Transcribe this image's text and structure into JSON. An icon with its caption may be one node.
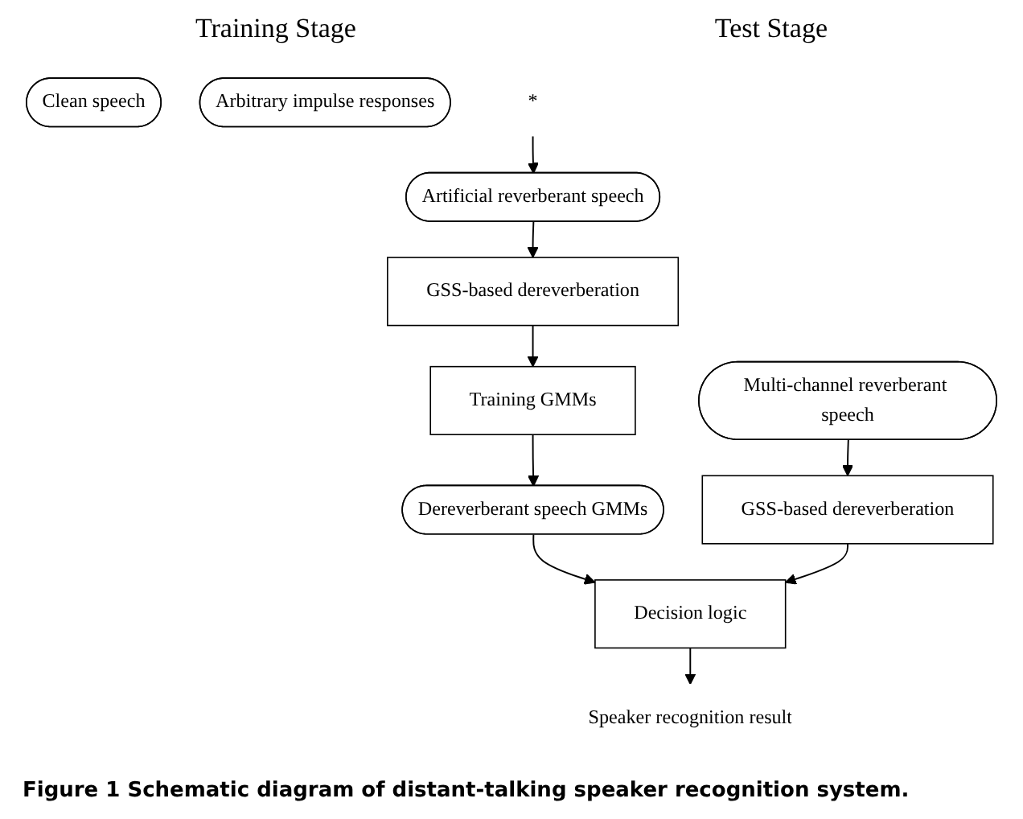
{
  "diagram": {
    "caption": "Figure 1 Schematic diagram of distant-talking speaker recognition system.",
    "nodes": [
      {
        "text": [
          "Clean speech"
        ]
      },
      {
        "text": [
          "Arbitrary impulse responses"
        ]
      },
      {
        "text": [
          "*"
        ]
      },
      {
        "text": [
          "Artificial reverberant speech"
        ]
      },
      {
        "text": [
          "GSS-based dereverberation"
        ]
      },
      {
        "text": [
          "Training GMMs"
        ]
      },
      {
        "text": [
          "Dereverberant speech GMMs"
        ]
      },
      {
        "text": [
          "Multi-channel reverberant speech"
        ]
      },
      {
        "text": [
          "GSS-based dereverberation"
        ]
      },
      {
        "text": [
          "Decision logic"
        ]
      },
      {
        "text": [
          "Speaker recognition result"
        ]
      }
    ],
    "edges": [
      {
        "from": 2,
        "to": 3,
        "arrow": "to"
      },
      {
        "from": 3,
        "to": 4,
        "arrow": "to"
      },
      {
        "from": 4,
        "to": 5,
        "arrow": "to"
      },
      {
        "from": 5,
        "to": 6,
        "arrow": "to"
      },
      {
        "from": 6,
        "to": 9,
        "arrow": "to"
      },
      {
        "from": 7,
        "to": 8,
        "arrow": "to"
      },
      {
        "from": 8,
        "to": 9,
        "arrow": "to"
      },
      {
        "from": 9,
        "to": 10,
        "arrow": "to"
      }
    ],
    "labels": [
      "Training Stage",
      "Test Stage"
    ]
  }
}
